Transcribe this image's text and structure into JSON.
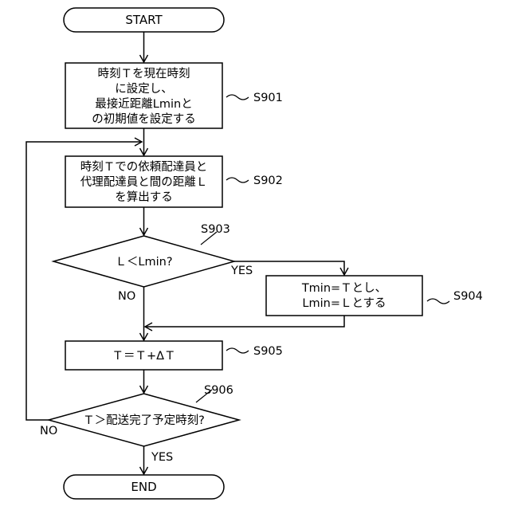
{
  "flow": {
    "start": "START",
    "end": "END",
    "s901": {
      "ref": "S901",
      "lines": [
        "時刻Ｔを現在時刻",
        "に設定し、",
        "最接近距離Lminと",
        "の初期値を設定する"
      ]
    },
    "s902": {
      "ref": "S902",
      "lines": [
        "時刻Ｔでの依頼配達員と",
        "代理配達員と間の距離Ｌ",
        "を算出する"
      ]
    },
    "s903": {
      "ref": "S903",
      "text": "Ｌ＜Lmin?",
      "yes": "YES",
      "no": "NO"
    },
    "s904": {
      "ref": "S904",
      "lines": [
        "Tmin=Ｔとし、",
        "Lmin=Ｌとする"
      ]
    },
    "s905": {
      "ref": "S905",
      "text": "Ｔ＝Ｔ+ΔＴ"
    },
    "s906": {
      "ref": "S906",
      "text": "Ｔ＞配送完了予定時刻?",
      "yes": "YES",
      "no": "NO"
    }
  }
}
